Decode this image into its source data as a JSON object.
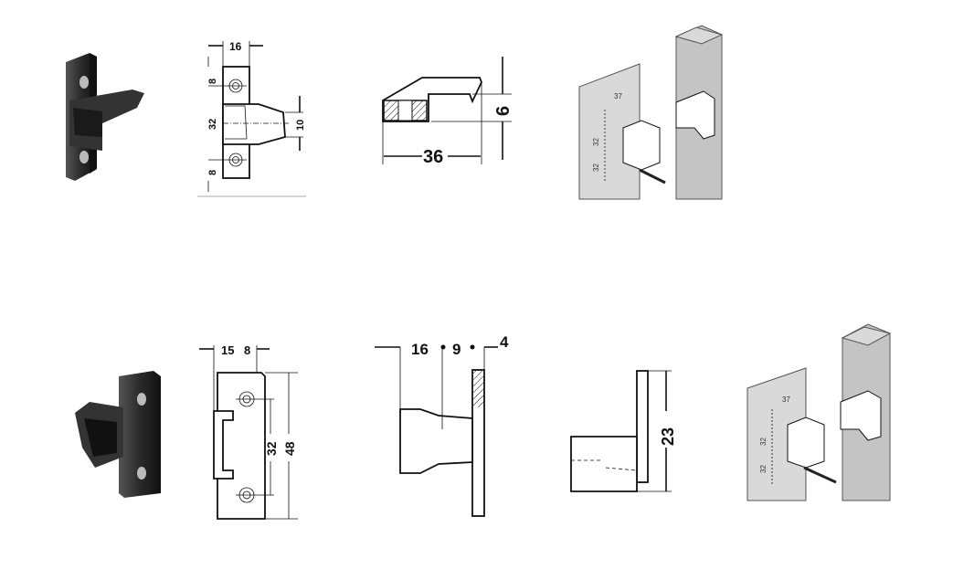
{
  "row1": {
    "drawing_front": {
      "width": "16",
      "top_offset": "8",
      "spacing": "32",
      "bottom_offset": "8",
      "hook_width": "10"
    },
    "drawing_side": {
      "length": "36",
      "height": "6"
    },
    "illustration": {
      "setback": "37",
      "spacing_upper": "32",
      "spacing_lower": "32"
    }
  },
  "row2": {
    "drawing_front": {
      "offset_a": "15",
      "offset_b": "8",
      "spacing": "32",
      "height": "48"
    },
    "drawing_side": {
      "length": "16",
      "middle": "9",
      "plate": "4"
    },
    "drawing_end": {
      "height": "23"
    },
    "illustration": {
      "setback": "37",
      "spacing_upper": "32",
      "spacing_lower": "32"
    }
  },
  "colors": {
    "part_dark": "#2a2a2a",
    "wall": "#d9d9d9",
    "line": "#111111"
  }
}
